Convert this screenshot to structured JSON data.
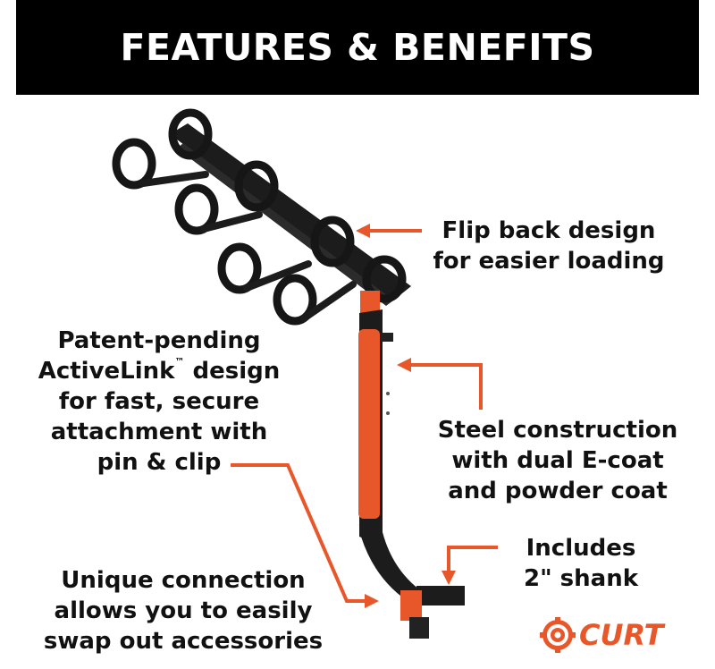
{
  "header": {
    "title": "FEATURES & BENEFITS"
  },
  "callouts": {
    "flip": {
      "lines": [
        "Flip back design",
        "for easier loading"
      ]
    },
    "patent": {
      "line1": "Patent-pending",
      "line2_main": "ActiveLink",
      "line2_tm": "™",
      "line2_rest": " design",
      "line3": "for fast, secure",
      "line4": "attachment with",
      "line5": "pin & clip"
    },
    "steel": {
      "lines": [
        "Steel construction",
        "with dual E-coat",
        "and powder coat"
      ]
    },
    "shank": {
      "lines": [
        "Includes",
        "2\" shank"
      ]
    },
    "unique": {
      "lines": [
        "Unique connection",
        "allows you to easily",
        "swap out accessories"
      ]
    }
  },
  "brand": {
    "name": "CURT",
    "icon": "curt-gear-logo-icon"
  },
  "colors": {
    "accent": "#e8572a",
    "banner": "#000000",
    "rack": "#1c1c1c",
    "text": "#111111"
  }
}
